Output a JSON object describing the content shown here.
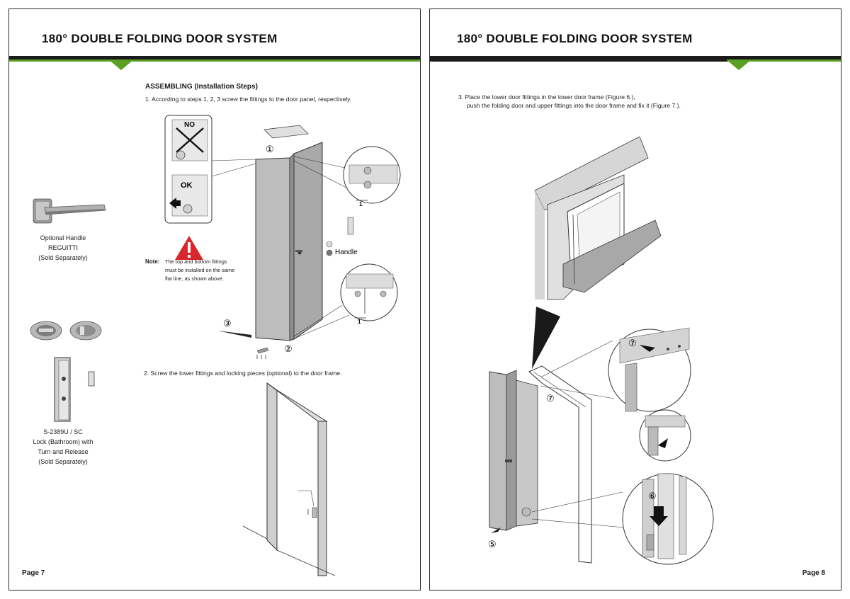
{
  "colors": {
    "accent_green": "#5aa022",
    "header_dark": "#1b1b1b",
    "door_gray": "#bdbdbd",
    "warning_red": "#d8262c"
  },
  "left_page": {
    "title": "180° DOUBLE FOLDING DOOR SYSTEM",
    "section_title": "ASSEMBLING (Installation Steps)",
    "step1": "1. According to steps 1, 2, 3 screw the fittings to the door panel, respectively.",
    "step2": "2. Screw the lower fittings and locking pieces (optional) to the door frame.",
    "note_label": "Note:",
    "note_text": "The top and bottom fittings must be installed on the same flat line, as shown above.",
    "label_no": "NO",
    "label_ok": "OK",
    "label_handle": "Handle",
    "callout_1": "①",
    "callout_2": "②",
    "callout_3": "③",
    "measure_1": "1",
    "handle_caption": [
      "Optional Handle",
      "REGUITTI",
      "(Sold Separately)"
    ],
    "lock_caption": [
      "S-2389U / SC",
      "Lock (Bathroom) with",
      "Turn and Release",
      "(Sold Separately)"
    ],
    "page_number": "Page 7"
  },
  "right_page": {
    "title": "180° DOUBLE FOLDING DOOR SYSTEM",
    "step3_line1": "3. Place the lower door fittings in the lower door frame (Figure 6.),",
    "step3_line2": "push the folding door and upper fittings into the door frame and fix it (Figure 7.).",
    "callout_5": "⑤",
    "callout_6": "⑥",
    "callout_7": "⑦",
    "page_number": "Page 8"
  }
}
